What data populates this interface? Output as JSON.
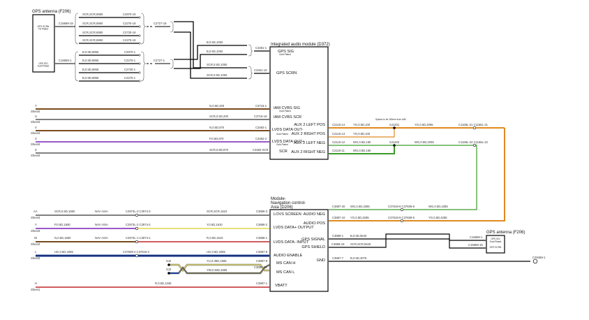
{
  "colors": {
    "black": "#000000",
    "brown": "#7a4a1c",
    "violet": "#9b59c8",
    "yellow": "#e8e07a",
    "red": "#c0262b",
    "blue": "#1a3fa0",
    "orange": "#e08a1e",
    "green": "#3c9a2a",
    "grey": "#6d6b5a"
  },
  "gps_antenna_top": {
    "title": "GPS antenna (F206)",
    "pin1_label": "GPS SCRN",
    "pin1_note": "Tin Plated",
    "pin2_label": "GPS SIG",
    "pin2_note": "Gold Plated",
    "pin1_connector": "C15869-19",
    "pin2_connector": "C15869-1"
  },
  "harness_top": {
    "screen_wires": [
      {
        "spec": "SCR,SCR,6950",
        "connector": "C2970-19"
      },
      {
        "spec": "SCR,SCR,6950",
        "connector": "C2275-19"
      },
      {
        "spec": "SCR,SCR,6950",
        "connector": "C2730-19"
      },
      {
        "spec": "SCR,SCR,6950",
        "connector": "C2275-19"
      }
    ],
    "signal_wires": [
      {
        "spec": "B,0.5D,6955",
        "connector": "C2970-1"
      },
      {
        "spec": "B,0.5D,6955",
        "connector": "C2275-1"
      },
      {
        "spec": "B,0.5D,6955",
        "connector": "C2730-1"
      },
      {
        "spec": "B,0.5D,6955",
        "connector": "C2275-1"
      }
    ],
    "inline_19": "C2727-19",
    "inline_1": "C2727-1",
    "to_iam": [
      {
        "spec": "B,0.5D,1050"
      },
      {
        "spec": "B,0.5D,1050"
      },
      {
        "spec": "SCR,0.5D,1050"
      },
      {
        "spec": "SCR,0.5D,1050"
      }
    ],
    "iam_sig_conn": "C3481-1",
    "iam_scrn_conn": "C3481-19"
  },
  "iam": {
    "title": "Integrated audio module (D372)",
    "pins_left": [
      {
        "label": "GPS SIG",
        "note": "Gold Plated"
      },
      {
        "label": "GPS SCRN",
        "note": ""
      },
      {
        "label": "IAM CVBS SIG",
        "note": "Gold Plated"
      },
      {
        "label": "IAM CVBS SCR",
        "note": ""
      },
      {
        "label": "LVDS DATA OUT-",
        "note": "Gold Plated"
      },
      {
        "label": "LVDS DATA OUT+",
        "note": "Gold Plated"
      },
      {
        "label": "SCR",
        "note": ""
      }
    ],
    "pins_right": [
      "AUX 2 LEFT POS",
      "AUX 2 RIGHT POS",
      "AUX 2 LEFT NEG",
      "AUX 2 RIGHT NEG"
    ]
  },
  "sheet_wires_upper": [
    {
      "ref": "T",
      "sheet": "Sheet4",
      "spec": "N,0.5D,200",
      "connector": "C3718-1"
    },
    {
      "ref": "U",
      "sheet": "Sheet4",
      "spec": "SCR,0.5D,200",
      "connector": "C3718-19"
    },
    {
      "ref": "V",
      "sheet": "Sheet4",
      "spec": "N,0.5D,870",
      "connector": "C3482-1"
    },
    {
      "ref": "X",
      "sheet": "Sheet4",
      "spec": "P,0.5D,870",
      "connector": "C3482-2"
    },
    {
      "ref": "Z",
      "sheet": "Sheet4",
      "spec": "SCR,0.5D,870",
      "connector": "C3482-SCR"
    }
  ],
  "aux_wires": {
    "splice_note": "Splices to be 150mm from IAM",
    "rows": [
      {
        "connector": "C2115-14",
        "spec": "YO,0.5D,100"
      },
      {
        "connector": "C2115-13",
        "spec": "YO,0.5D,100"
      },
      {
        "connector": "C2115-12",
        "spec": "WG,0.5D,160"
      },
      {
        "connector": "C2115-11",
        "spec": "WG,0.5D,160"
      }
    ],
    "splice_1": "SJ1201",
    "splice_2": "SJ1202",
    "out_1_spec": "YO,0.5D,2095",
    "out_2_spec": "WG,0.5D,2035",
    "inline_1": "C1166L-21 C1166L-21",
    "inline_2": "C1166L-22 C1166L-22"
  },
  "nav_module": {
    "title_line1": "Module-",
    "title_line2": "Navigation control-",
    "title_line3": "Asia (D206)",
    "pins_left": [
      "LOVS SCREEN",
      "LVDS DATA+ OUTPUT",
      "LVDS DATA- INPUT",
      "AUDIO ENABLE",
      "MS CAN H",
      "MS CAN L",
      "VBATT"
    ],
    "pins_right": [
      "AUDIO NEG",
      "AUDIO POS",
      "GPS SIGNAL",
      "GPS SHIELD",
      "GND"
    ]
  },
  "sheet_wires_lower": [
    {
      "ref": "AA",
      "sheet": "Sheet4",
      "spec_left": "SCR,0.5D,1650",
      "region": "NAV ASIA",
      "inline": "C2973L-3 C2974-3",
      "spec_right": "SCR,SCR,1610",
      "connector": "C3886-3"
    },
    {
      "ref": "Y",
      "sheet": "Sheet4",
      "spec_left": "P,0.5D,1650",
      "region": "NAV ASIA",
      "inline": "C2973L-2 C2974-2",
      "spec_right": "Y,0.5D,1610",
      "connector": "C3886-2"
    },
    {
      "ref": "W",
      "sheet": "Sheet4",
      "spec_left": "N,0.5D,1650",
      "region": "NAV ASIA",
      "inline": "C2973L-1 C2974-1",
      "spec_right": "R,0.5D,1610",
      "connector": "C3886-1"
    },
    {
      "ref": "L",
      "sheet": "Sheet4",
      "spec_left": "UG,0.5D,4285",
      "region": "",
      "inline": "C37609-2 C37618-2",
      "spec_right": "UG,0.5D,3285",
      "connector": "C3887-8"
    }
  ],
  "can_wires": {
    "splice_h": "SJ2",
    "splice_l": "SJ3",
    "spec_h": "YU,0.35D,1665",
    "spec_l": "YW,0.35D,1665",
    "conn_h": "C3887-9",
    "conn_l": "C3887-10"
  },
  "vbatt_wire": {
    "ref": "H",
    "sheet": "Sheet1",
    "spec": "R,0.5D,1345",
    "connector": "C3887-1"
  },
  "nav_right_wires": [
    {
      "connector": "C3887-20",
      "spec_left": "WG,0.5D,3285",
      "inline": "C37619-6 C37609-6",
      "spec_right": "WG,0.5D,4285"
    },
    {
      "connector": "C3887-10",
      "spec_left": "YO,0.5D,3285",
      "inline": "C37619-5 C37609-5",
      "spec_right": "YO,0.5D,4285"
    },
    {
      "connector": "C3888-1",
      "spec_left": "B,0.5D,5540",
      "far_connector": "C15869-1"
    },
    {
      "connector": "C3888-19",
      "spec_left": "SCR,SCR,5540",
      "far_connector": "C15869-19"
    },
    {
      "connector": "C3887-7",
      "spec_left": "B,0.5D,4075",
      "far_connector": "C28469-1"
    }
  ],
  "gps_antenna_bottom": {
    "title": "GPS antenna (F206)",
    "pin1_label": "GPS SIG",
    "pin1_note": "Gold Plated",
    "pin2_label": "GPS SCRN"
  }
}
